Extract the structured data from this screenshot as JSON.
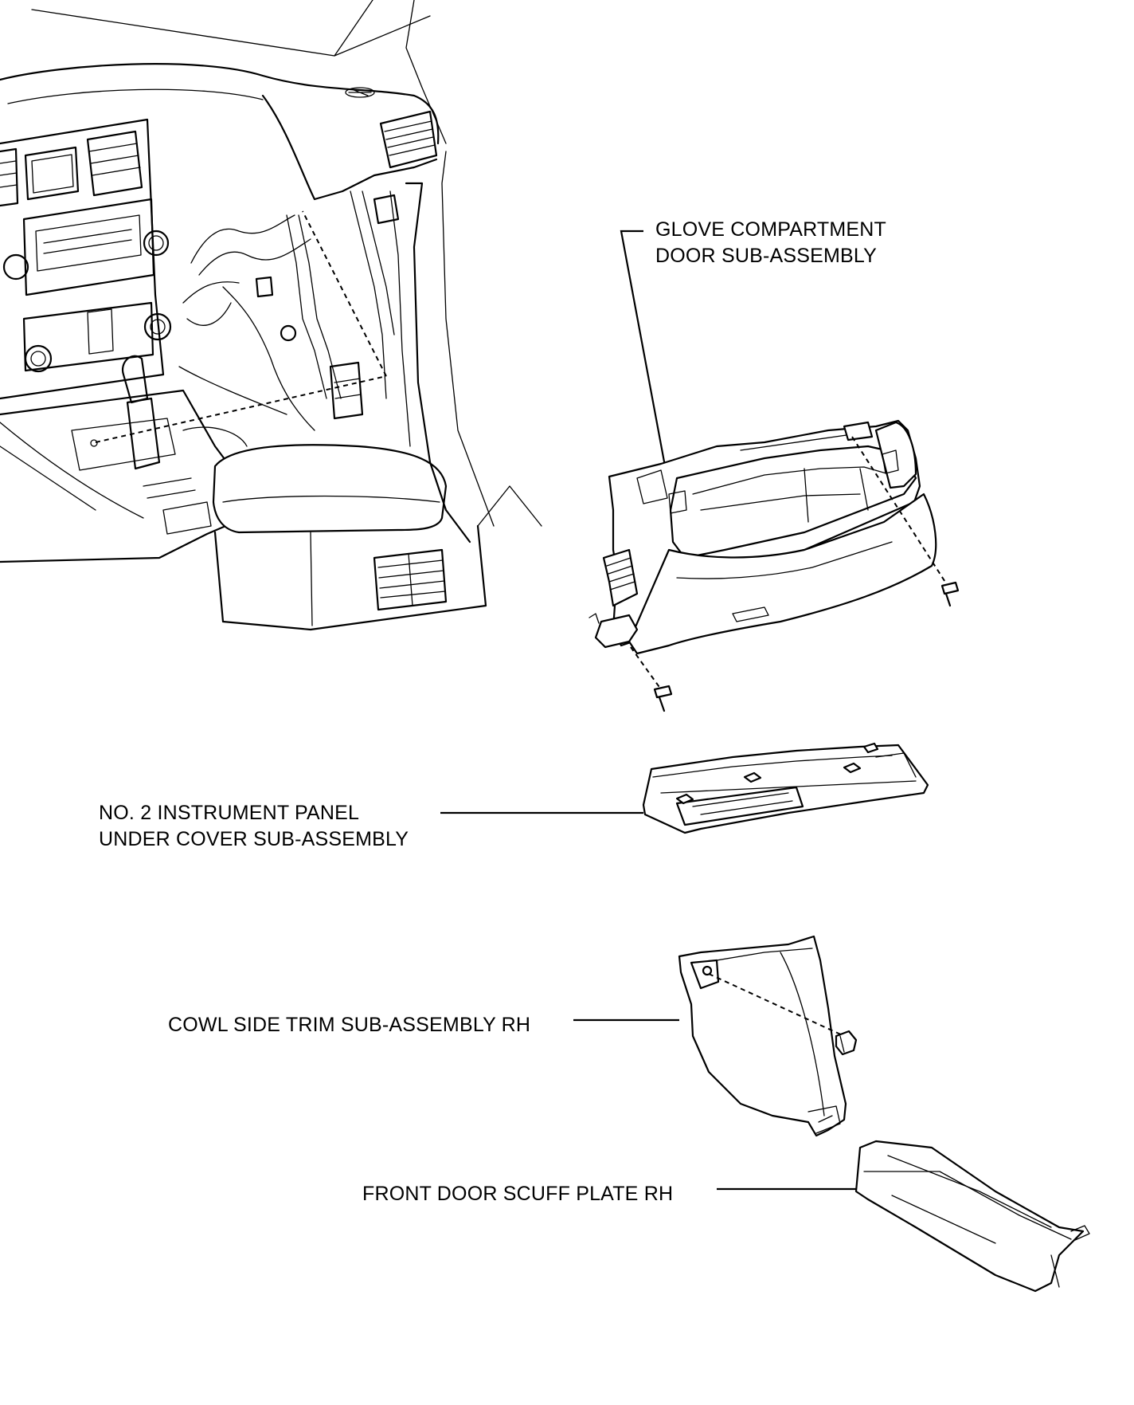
{
  "labels": {
    "glove_compartment": {
      "line1": "GLOVE COMPARTMENT",
      "line2": "DOOR SUB-ASSEMBLY"
    },
    "under_cover": {
      "line1": "NO. 2 INSTRUMENT PANEL",
      "line2": "UNDER COVER SUB-ASSEMBLY"
    },
    "cowl_side_trim": {
      "line1": "COWL SIDE TRIM SUB-ASSEMBLY RH"
    },
    "scuff_plate": {
      "line1": "FRONT DOOR SCUFF PLATE RH"
    }
  }
}
